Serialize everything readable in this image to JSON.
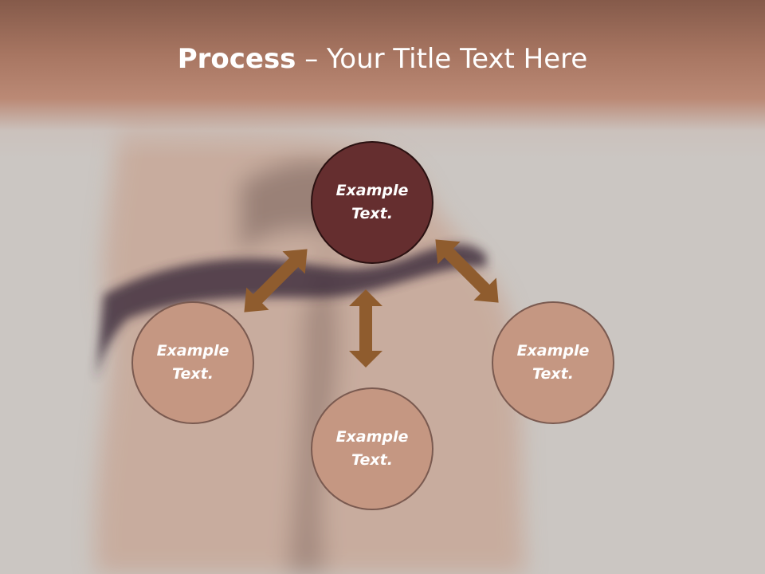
{
  "title": {
    "bold": "Process",
    "rest": " – Your Title Text Here"
  },
  "nodes": {
    "center": {
      "line1": "Example",
      "line2": "Text."
    },
    "left": {
      "line1": "Example",
      "line2": "Text."
    },
    "right": {
      "line1": "Example",
      "line2": "Text."
    },
    "bottom": {
      "line1": "Example",
      "line2": "Text."
    }
  },
  "colors": {
    "center_fill": "#652e2f",
    "outer_fill": "#c59782",
    "arrow": "#8f5c2e",
    "header": "#a87662"
  }
}
